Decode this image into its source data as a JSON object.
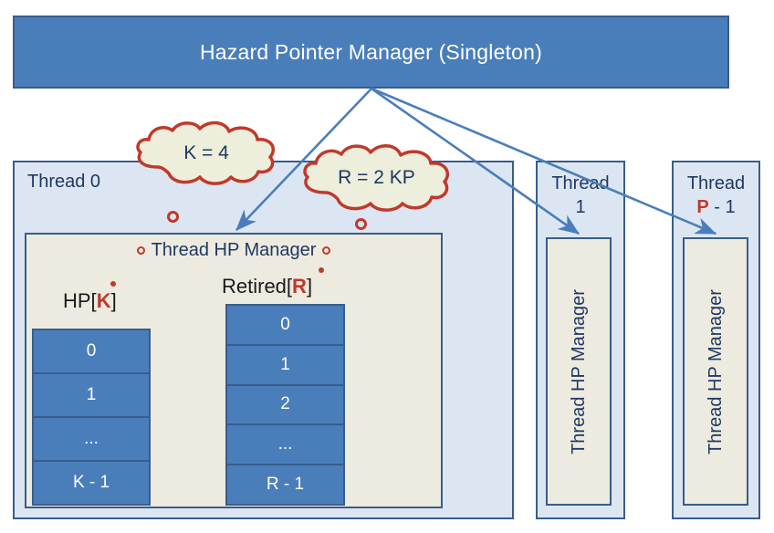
{
  "manager": {
    "title": "Hazard Pointer Manager (Singleton)"
  },
  "clouds": [
    {
      "id": "cloud-k",
      "text": "K = 4"
    },
    {
      "id": "cloud-r",
      "text": "R = 2 KP"
    }
  ],
  "thread0": {
    "label": "Thread 0",
    "hp_manager_title": "Thread HP Manager",
    "hp_array": {
      "label_prefix": "HP[",
      "label_var": "K",
      "label_suffix": "]",
      "cells": [
        "0",
        "1",
        "...",
        "K - 1"
      ]
    },
    "retired_array": {
      "label_prefix": "Retired[",
      "label_var": "R",
      "label_suffix": "]",
      "cells": [
        "0",
        "1",
        "2",
        "...",
        "R - 1"
      ]
    }
  },
  "thread1": {
    "label_line1": "Thread",
    "label_line2": "1",
    "hp_manager_title": "Thread HP Manager"
  },
  "threadp": {
    "label_line1": "Thread",
    "label_var": "P",
    "label_suffix": " - 1",
    "hp_manager_title": "Thread HP Manager"
  },
  "colors": {
    "box_fill_blue": "#4a7ebb",
    "box_border_blue": "#385d8a",
    "thread_fill": "#dce6f2",
    "manager_inner_fill": "#edebdf",
    "accent_red": "#c0392b",
    "text_dark_blue": "#1f3864",
    "cloud_fill": "#edeedb",
    "cloud_stroke": "#c0392b"
  }
}
